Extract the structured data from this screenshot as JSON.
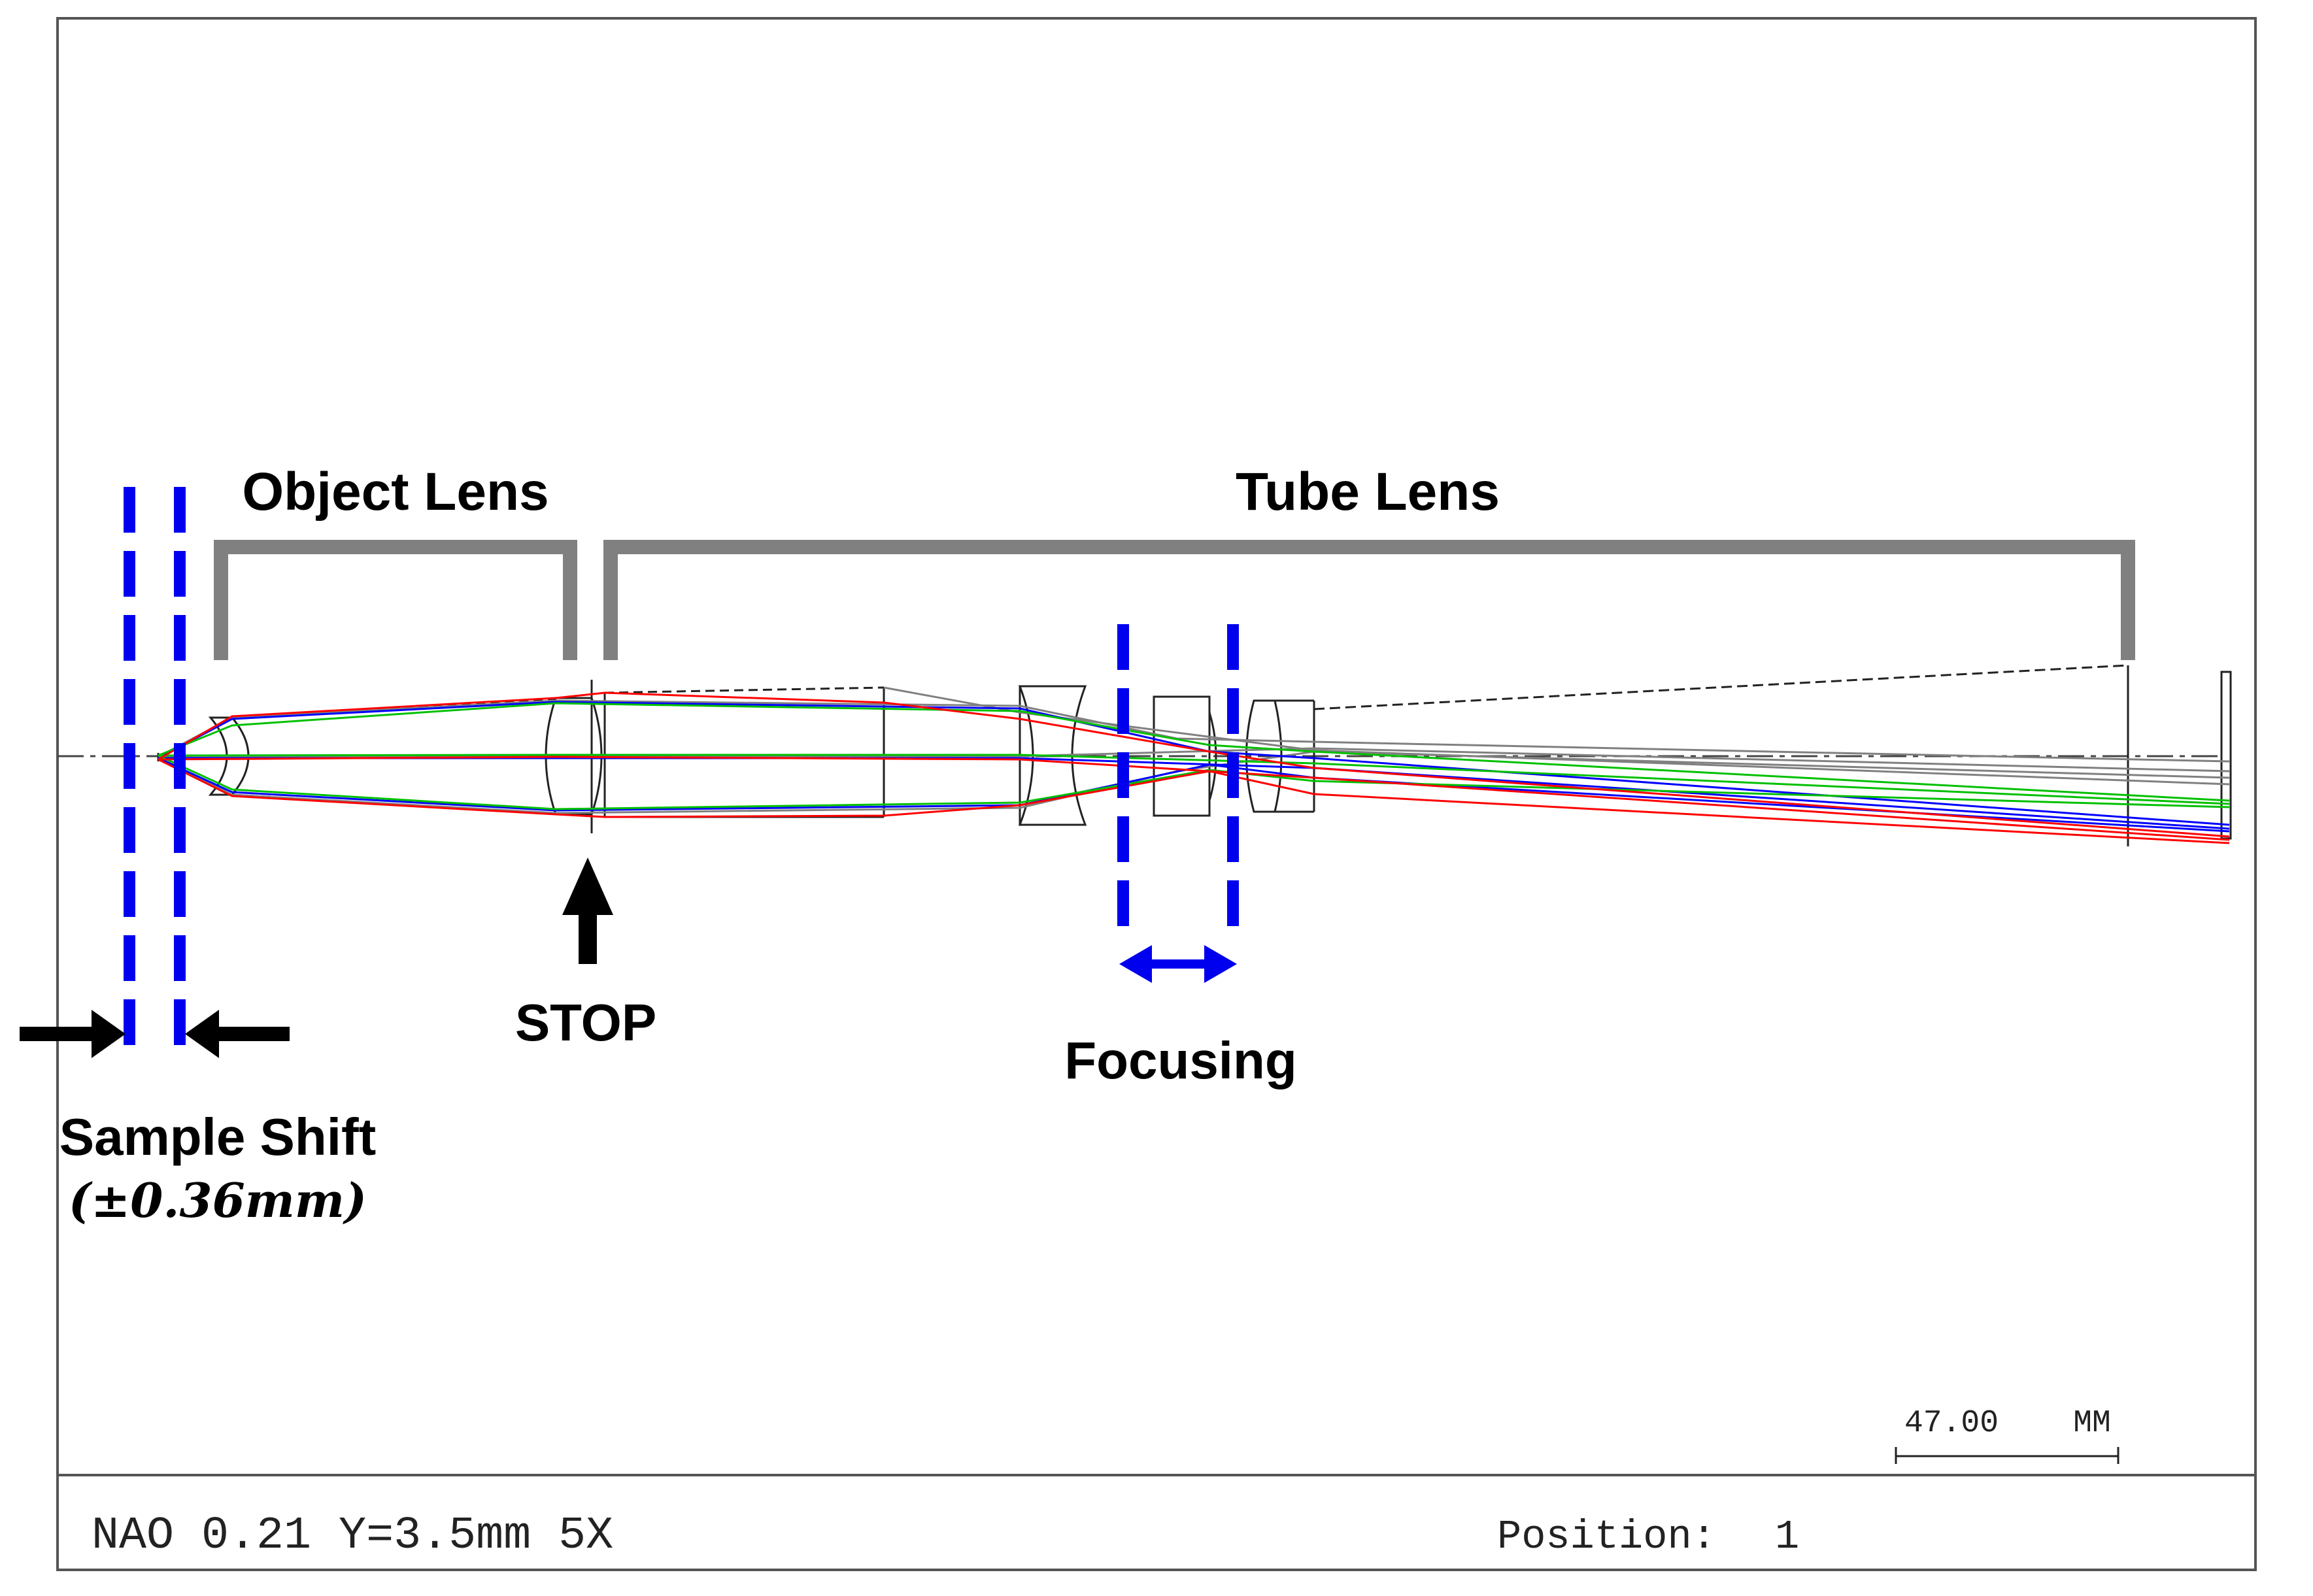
{
  "labels": {
    "object_lens": "Object Lens",
    "tube_lens": "Tube Lens",
    "stop": "STOP",
    "focusing": "Focusing",
    "sample_shift": "Sample Shift",
    "sample_shift_range": "(±0.36mm)"
  },
  "scale_bar": {
    "value": "47.00",
    "unit": "MM"
  },
  "footer": {
    "config_text": "NAO 0.21 Y=3.5mm 5X",
    "position_label": "Position:",
    "position_value": "1"
  },
  "colors": {
    "ray_red": "#ff0000",
    "ray_green": "#00c000",
    "ray_blue": "#0000ff",
    "ray_gray": "#808080",
    "marker_blue": "#0000ee",
    "bracket_gray": "#808080"
  }
}
